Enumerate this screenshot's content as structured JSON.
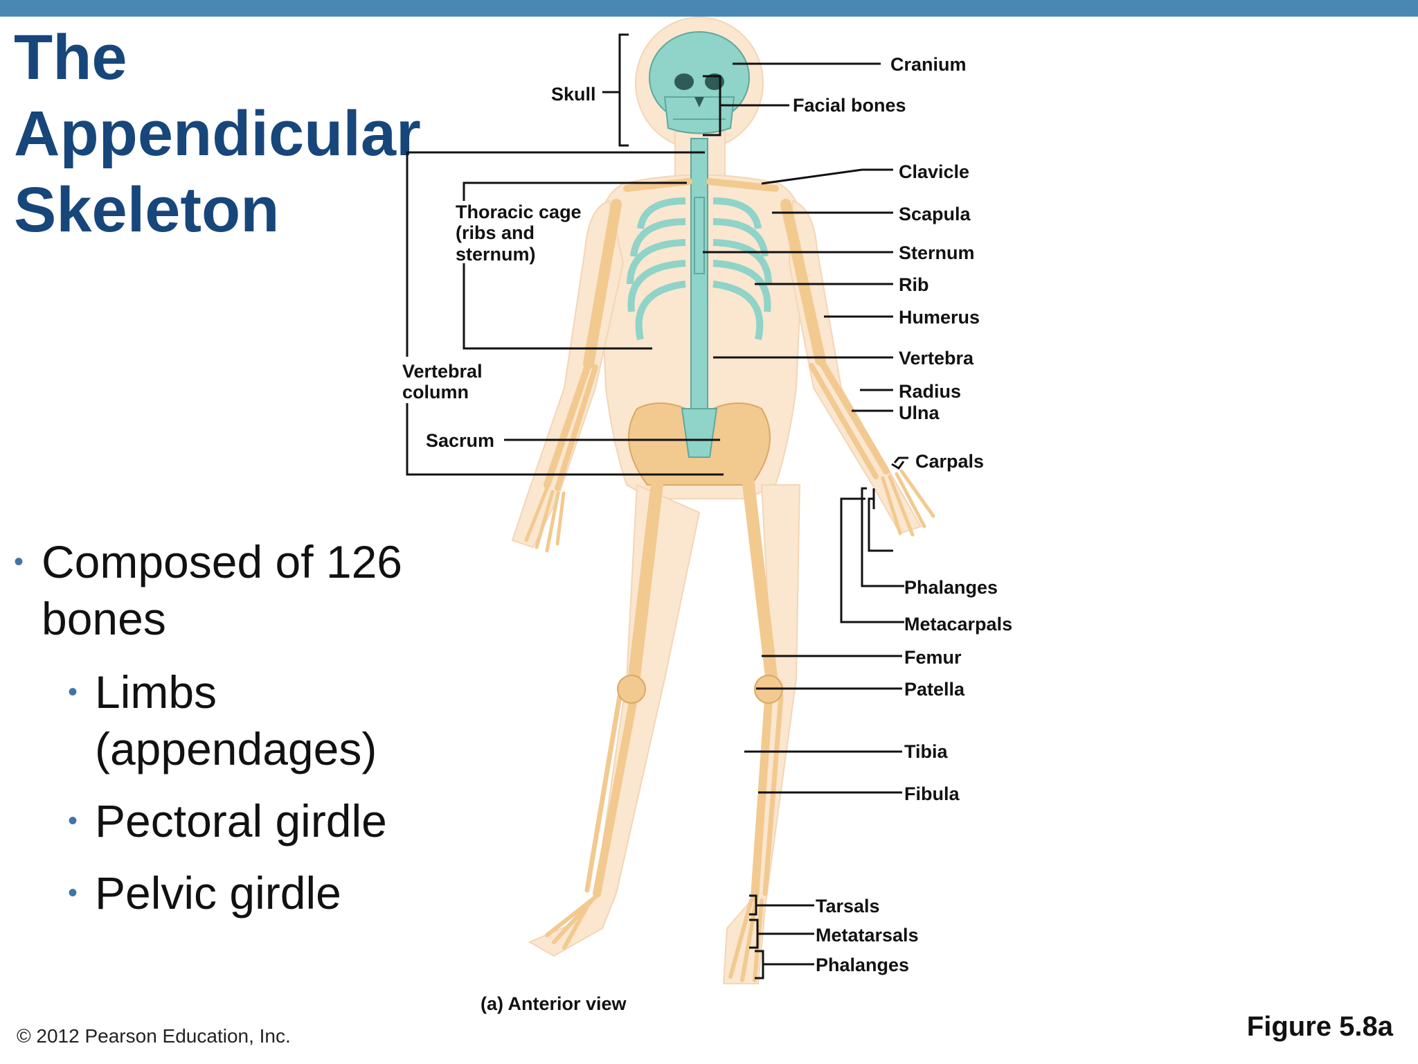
{
  "slide": {
    "title_lines": [
      "The",
      "Appendicular",
      "Skeleton"
    ],
    "bullets": {
      "main": "Composed of 126 bones",
      "main_line1": "Composed of 126",
      "main_line2": "bones",
      "sub": {
        "limbs_line1": "Limbs",
        "limbs_line2": "(appendages)",
        "pectoral": "Pectoral girdle",
        "pelvic": "Pelvic girdle"
      }
    },
    "copyright": "© 2012 Pearson Education, Inc.",
    "figure_label": "Figure 5.8a"
  },
  "diagram": {
    "caption": "(a) Anterior view",
    "labels": {
      "cranium": "Cranium",
      "facial_bones": "Facial bones",
      "skull": "Skull",
      "clavicle": "Clavicle",
      "scapula": "Scapula",
      "sternum": "Sternum",
      "rib": "Rib",
      "humerus": "Humerus",
      "vertebra": "Vertebra",
      "radius": "Radius",
      "ulna": "Ulna",
      "carpals": "Carpals",
      "phalanges_hand": "Phalanges",
      "metacarpals": "Metacarpals",
      "femur": "Femur",
      "patella": "Patella",
      "tibia": "Tibia",
      "fibula": "Fibula",
      "tarsals": "Tarsals",
      "metatarsals": "Metatarsals",
      "phalanges_foot": "Phalanges",
      "thoracic_cage_1": "Thoracic cage",
      "thoracic_cage_2": "(ribs and",
      "thoracic_cage_3": "sternum)",
      "vertebral_column_1": "Vertebral",
      "vertebral_column_2": "column",
      "sacrum": "Sacrum"
    },
    "colors": {
      "flesh": "#fbe6cf",
      "appendicular_bone": "#f2c98f",
      "axial_bone": "#8fd3c9",
      "accent": "#17467a",
      "top_bar": "#4a87b3"
    }
  }
}
